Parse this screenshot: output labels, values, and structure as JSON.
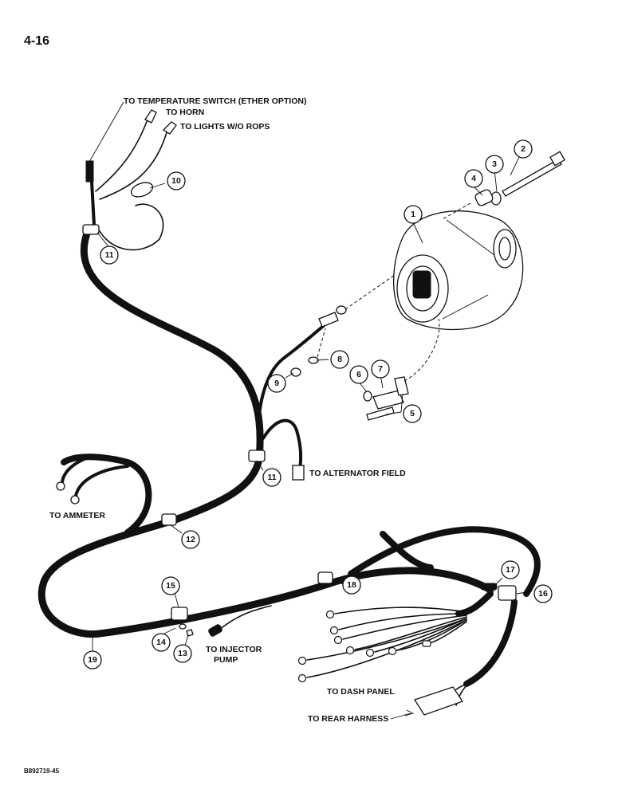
{
  "page_number": "4-16",
  "figure_code": "B892719-45",
  "labels": {
    "temp_switch": "TO TEMPERATURE SWITCH (ETHER OPTION)",
    "horn": "TO HORN",
    "lights": "TO LIGHTS W/O ROPS",
    "alt_field": "TO ALTERNATOR FIELD",
    "ammeter": "TO AMMETER",
    "injector_1": "TO INJECTOR",
    "injector_2": "PUMP",
    "dash_panel": "TO DASH PANEL",
    "rear_harness": "TO REAR HARNESS"
  },
  "callouts": [
    "1",
    "2",
    "3",
    "4",
    "5",
    "6",
    "7",
    "8",
    "9",
    "10",
    "11",
    "11",
    "12",
    "13",
    "14",
    "15",
    "16",
    "17",
    "18",
    "19"
  ]
}
